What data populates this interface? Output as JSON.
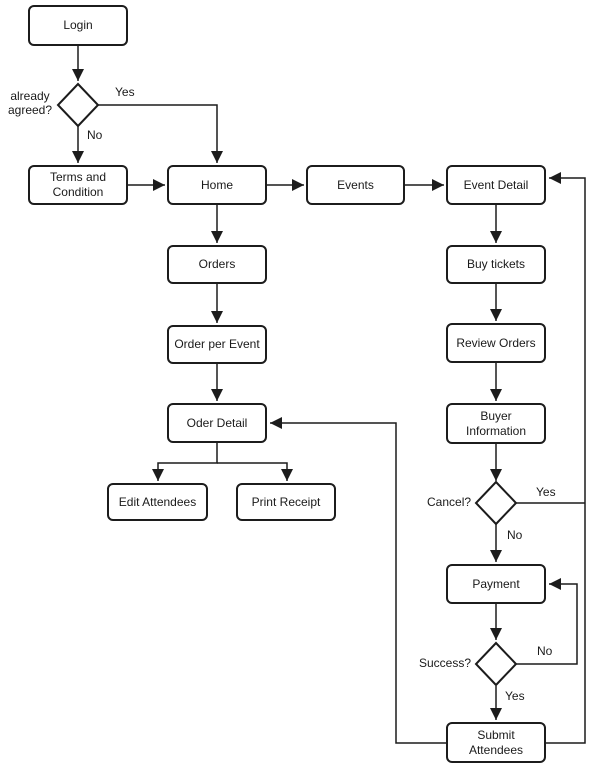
{
  "diagram": {
    "type": "flowchart",
    "colors": {
      "stroke": "#1c1c1c",
      "node_fill": "#ffffff",
      "background": "#ffffff",
      "text": "#1a1a1a"
    },
    "nodes": {
      "login": {
        "label": "Login"
      },
      "terms": {
        "label": "Terms and Condition"
      },
      "home": {
        "label": "Home"
      },
      "events": {
        "label": "Events"
      },
      "event_detail": {
        "label": "Event Detail"
      },
      "orders": {
        "label": "Orders"
      },
      "order_per_event": {
        "label": "Order per Event"
      },
      "oder_detail": {
        "label": "Oder Detail"
      },
      "edit_attendees": {
        "label": "Edit Attendees"
      },
      "print_receipt": {
        "label": "Print Receipt"
      },
      "buy_tickets": {
        "label": "Buy tickets"
      },
      "review_orders": {
        "label": "Review Orders"
      },
      "buyer_information": {
        "label": "Buyer Information"
      },
      "payment": {
        "label": "Payment"
      },
      "submit_attendees": {
        "label": "Submit Attendees"
      }
    },
    "decisions": {
      "already_agreed": {
        "label": "already agreed?"
      },
      "cancel": {
        "label": "Cancel?"
      },
      "success": {
        "label": "Success?"
      }
    },
    "edge_labels": {
      "agreed_yes": "Yes",
      "agreed_no": "No",
      "cancel_yes": "Yes",
      "cancel_no": "No",
      "success_no": "No",
      "success_yes": "Yes"
    },
    "edges": [
      {
        "from": "login",
        "to": "already_agreed"
      },
      {
        "from": "already_agreed",
        "to": "home",
        "label": "Yes"
      },
      {
        "from": "already_agreed",
        "to": "terms",
        "label": "No"
      },
      {
        "from": "terms",
        "to": "home"
      },
      {
        "from": "home",
        "to": "events"
      },
      {
        "from": "events",
        "to": "event_detail"
      },
      {
        "from": "home",
        "to": "orders"
      },
      {
        "from": "orders",
        "to": "order_per_event"
      },
      {
        "from": "order_per_event",
        "to": "oder_detail"
      },
      {
        "from": "oder_detail",
        "to": "edit_attendees"
      },
      {
        "from": "oder_detail",
        "to": "print_receipt"
      },
      {
        "from": "event_detail",
        "to": "buy_tickets"
      },
      {
        "from": "buy_tickets",
        "to": "review_orders"
      },
      {
        "from": "review_orders",
        "to": "buyer_information"
      },
      {
        "from": "buyer_information",
        "to": "cancel"
      },
      {
        "from": "cancel",
        "to": "event_detail",
        "label": "Yes"
      },
      {
        "from": "cancel",
        "to": "payment",
        "label": "No"
      },
      {
        "from": "payment",
        "to": "success"
      },
      {
        "from": "success",
        "to": "payment",
        "label": "No"
      },
      {
        "from": "success",
        "to": "submit_attendees",
        "label": "Yes"
      },
      {
        "from": "submit_attendees",
        "to": "event_detail"
      },
      {
        "from": "submit_attendees",
        "to": "oder_detail"
      }
    ]
  }
}
